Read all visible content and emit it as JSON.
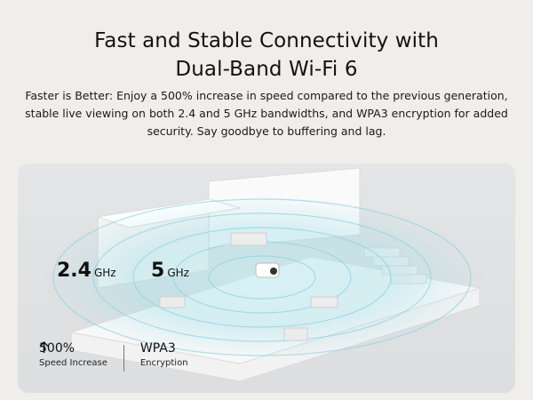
{
  "headline": {
    "line1": "Fast and Stable Connectivity with",
    "line2": "Dual-Band Wi-Fi 6"
  },
  "description": "Faster is Better: Enjoy a 500% increase in speed compared to the previous generation, stable live viewing on both 2.4 and 5 GHz bandwidths, and WPA3 encryption for added security. Say goodbye to buffering and lag.",
  "bands": [
    {
      "value": "2.4",
      "unit": "GHz"
    },
    {
      "value": "5",
      "unit": "GHz"
    }
  ],
  "stats": [
    {
      "value": "500%",
      "label": "Speed Increase",
      "icon": "arrow-up-icon"
    },
    {
      "value": "WPA3",
      "label": "Encryption"
    }
  ],
  "colors": {
    "background": "#efeeeb",
    "signal": "#7fd0de",
    "house": "#f7f7f7"
  }
}
